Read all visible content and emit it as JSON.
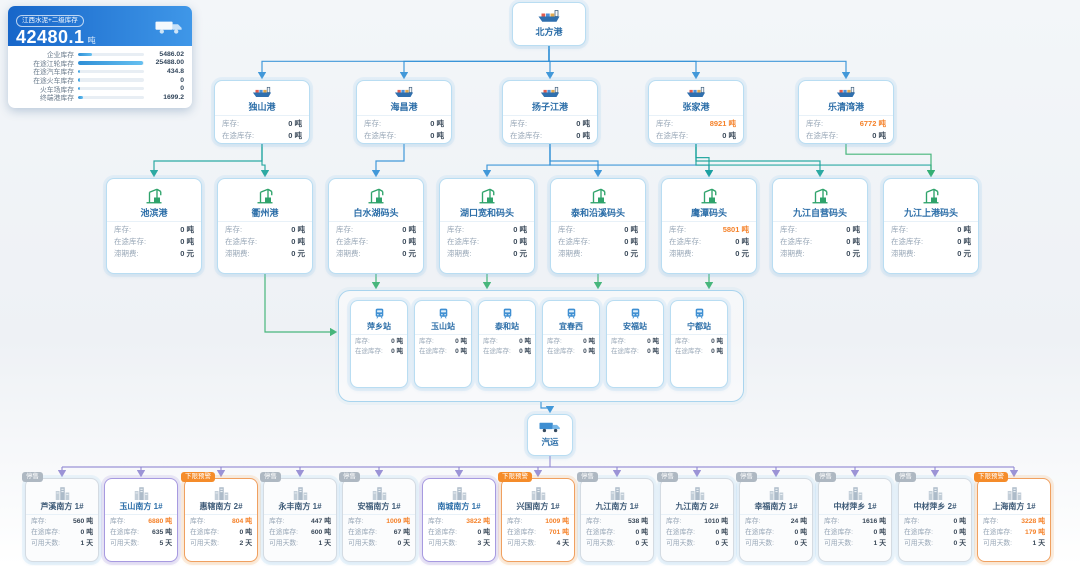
{
  "colors": {
    "primary": "#2f8fd6",
    "teal": "#17a29b",
    "green": "#35b06f",
    "purple": "#9188d3",
    "warn": "#fa8c16"
  },
  "labels": {
    "stock": "库存:",
    "transit": "在途库存:",
    "demurrage": "滞期费:",
    "days": "可用天数:"
  },
  "stats_panel": {
    "tag": "江西水泥+二级库存",
    "total": "42480.1",
    "unit": "吨",
    "rows": [
      {
        "label": "企业库存",
        "value": "5486.02"
      },
      {
        "label": "在途江轮库存",
        "value": "25488.00"
      },
      {
        "label": "在途汽车库存",
        "value": "434.8"
      },
      {
        "label": "在途火车库存",
        "value": "0"
      },
      {
        "label": "火车场库存",
        "value": "0"
      },
      {
        "label": "终端港库存",
        "value": "1699.2"
      }
    ]
  },
  "root": {
    "name": "北方港"
  },
  "ports": [
    {
      "name": "独山港",
      "stock": "0 吨",
      "transit": "0 吨",
      "stock_class": ""
    },
    {
      "name": "海昌港",
      "stock": "0 吨",
      "transit": "0 吨",
      "stock_class": ""
    },
    {
      "name": "扬子江港",
      "stock": "0 吨",
      "transit": "0 吨",
      "stock_class": ""
    },
    {
      "name": "张家港",
      "stock": "8921 吨",
      "transit": "0 吨",
      "stock_class": "warn"
    },
    {
      "name": "乐清湾港",
      "stock": "6772 吨",
      "transit": "0 吨",
      "stock_class": "warn"
    }
  ],
  "terminals": [
    {
      "name": "池滨港",
      "stock": "0 吨",
      "transit": "0 吨",
      "demurrage": "0 元",
      "stock_class": ""
    },
    {
      "name": "衢州港",
      "stock": "0 吨",
      "transit": "0 吨",
      "demurrage": "0 元",
      "stock_class": ""
    },
    {
      "name": "白水湖码头",
      "stock": "0 吨",
      "transit": "0 吨",
      "demurrage": "0 元",
      "stock_class": ""
    },
    {
      "name": "湖口宽和码头",
      "stock": "0 吨",
      "transit": "0 吨",
      "demurrage": "0 元",
      "stock_class": ""
    },
    {
      "name": "泰和沿溪码头",
      "stock": "0 吨",
      "transit": "0 吨",
      "demurrage": "0 元",
      "stock_class": ""
    },
    {
      "name": "鹰潭码头",
      "stock": "5801 吨",
      "transit": "0 吨",
      "demurrage": "0 元",
      "stock_class": "warn"
    },
    {
      "name": "九江自营码头",
      "stock": "0 吨",
      "transit": "0 吨",
      "demurrage": "0 元",
      "stock_class": ""
    },
    {
      "name": "九江上港码头",
      "stock": "0 吨",
      "transit": "0 吨",
      "demurrage": "0 元",
      "stock_class": ""
    }
  ],
  "stations": [
    {
      "name": "萍乡站",
      "stock": "0 吨",
      "transit": "0 吨"
    },
    {
      "name": "玉山站",
      "stock": "0 吨",
      "transit": "0 吨"
    },
    {
      "name": "泰和站",
      "stock": "0 吨",
      "transit": "0 吨"
    },
    {
      "name": "宜春西",
      "stock": "0 吨",
      "transit": "0 吨"
    },
    {
      "name": "安福站",
      "stock": "0 吨",
      "transit": "0 吨"
    },
    {
      "name": "宁都站",
      "stock": "0 吨",
      "transit": "0 吨"
    }
  ],
  "truck_node": {
    "name": "汽运"
  },
  "dealers": [
    {
      "name": "芦溪南方 1#",
      "tag": "停售",
      "tag_class": "t-stop",
      "card_class": "",
      "stock": "560 吨",
      "stock_class": "",
      "transit": "0 吨",
      "transit_class": "",
      "days": "1 天"
    },
    {
      "name": "玉山南方 1#",
      "tag": "",
      "tag_class": "",
      "card_class": "sel",
      "stock": "6880 吨",
      "stock_class": "warn",
      "transit": "635 吨",
      "transit_class": "",
      "days": "5 天"
    },
    {
      "name": "惠辖南方 2#",
      "tag": "下限预警",
      "tag_class": "t-warn",
      "card_class": "warnb",
      "stock": "804 吨",
      "stock_class": "warn",
      "transit": "0 吨",
      "transit_class": "",
      "days": "2 天"
    },
    {
      "name": "永丰南方 1#",
      "tag": "停售",
      "tag_class": "t-stop",
      "card_class": "",
      "stock": "447 吨",
      "stock_class": "",
      "transit": "600 吨",
      "transit_class": "",
      "days": "1 天"
    },
    {
      "name": "安福南方 1#",
      "tag": "停售",
      "tag_class": "t-stop",
      "card_class": "",
      "stock": "1009 吨",
      "stock_class": "warn",
      "transit": "67 吨",
      "transit_class": "",
      "days": "0 天"
    },
    {
      "name": "南城南方 1#",
      "tag": "",
      "tag_class": "",
      "card_class": "sel",
      "stock": "3822 吨",
      "stock_class": "warn",
      "transit": "0 吨",
      "transit_class": "",
      "days": "3 天"
    },
    {
      "name": "兴国南方 1#",
      "tag": "下限预警",
      "tag_class": "t-warn",
      "card_class": "warnb",
      "stock": "1009 吨",
      "stock_class": "warn",
      "transit": "701 吨",
      "transit_class": "warn",
      "days": "4 天"
    },
    {
      "name": "九江南方 1#",
      "tag": "停售",
      "tag_class": "t-stop",
      "card_class": "",
      "stock": "538 吨",
      "stock_class": "",
      "transit": "0 吨",
      "transit_class": "",
      "days": "0 天"
    },
    {
      "name": "九江南方 2#",
      "tag": "停售",
      "tag_class": "t-stop",
      "card_class": "",
      "stock": "1010 吨",
      "stock_class": "",
      "transit": "0 吨",
      "transit_class": "",
      "days": "0 天"
    },
    {
      "name": "幸福南方 1#",
      "tag": "停售",
      "tag_class": "t-stop",
      "card_class": "",
      "stock": "24 吨",
      "stock_class": "",
      "transit": "0 吨",
      "transit_class": "",
      "days": "0 天"
    },
    {
      "name": "中材萍乡 1#",
      "tag": "停售",
      "tag_class": "t-stop",
      "card_class": "",
      "stock": "1616 吨",
      "stock_class": "",
      "transit": "0 吨",
      "transit_class": "",
      "days": "1 天"
    },
    {
      "name": "中材萍乡 2#",
      "tag": "停售",
      "tag_class": "t-stop",
      "card_class": "",
      "stock": "0 吨",
      "stock_class": "",
      "transit": "0 吨",
      "transit_class": "",
      "days": "0 天"
    },
    {
      "name": "上海南方 1#",
      "tag": "下限预警",
      "tag_class": "t-warn",
      "card_class": "warnb",
      "stock": "3228 吨",
      "stock_class": "warn",
      "transit": "179 吨",
      "transit_class": "warn",
      "days": "1 天"
    }
  ]
}
